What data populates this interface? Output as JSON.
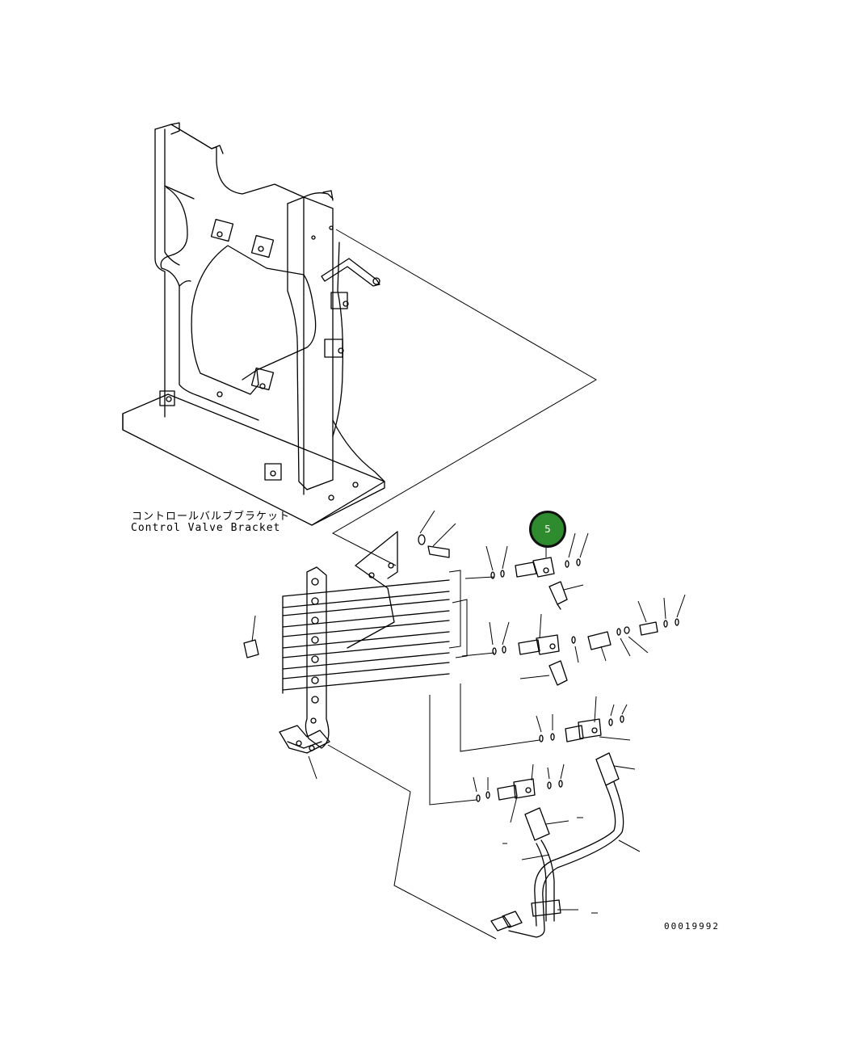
{
  "labels": {
    "jp": "コントロールバルブブラケット",
    "en": "Control Valve Bracket"
  },
  "drawing_number": "00019992",
  "callouts": [
    {
      "number": "5",
      "color": "#2e8b2e"
    }
  ]
}
